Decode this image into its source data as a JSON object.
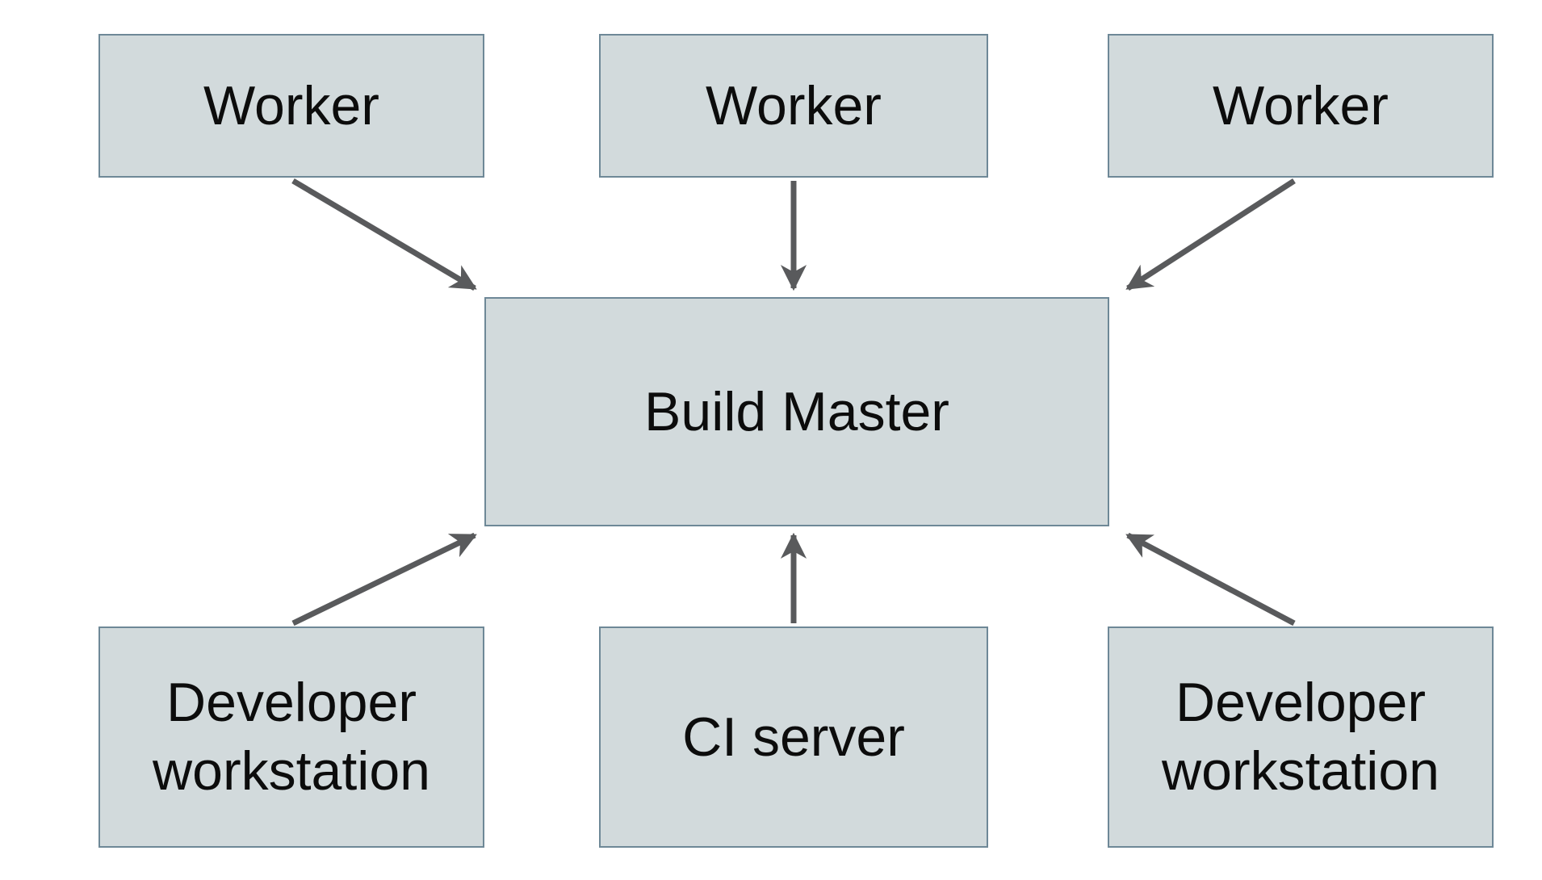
{
  "diagram": {
    "type": "architecture-flow",
    "background_color": "#ffffff",
    "colors": {
      "node_fill": "#d2dadc",
      "node_border": "#6e8897",
      "arrow": "#595a5c",
      "text": "#0c0c0c"
    },
    "nodes": [
      {
        "id": "worker-1",
        "label": "Worker",
        "row": "top"
      },
      {
        "id": "worker-2",
        "label": "Worker",
        "row": "top"
      },
      {
        "id": "worker-3",
        "label": "Worker",
        "row": "top"
      },
      {
        "id": "build-master",
        "label": "Build Master",
        "row": "middle"
      },
      {
        "id": "dev-workstation-left",
        "label": "Developer workstation",
        "row": "bottom"
      },
      {
        "id": "ci-server",
        "label": "CI server",
        "row": "bottom"
      },
      {
        "id": "dev-workstation-right",
        "label": "Developer workstation",
        "row": "bottom"
      }
    ],
    "edges": [
      {
        "from": "worker-1",
        "to": "build-master"
      },
      {
        "from": "worker-2",
        "to": "build-master"
      },
      {
        "from": "worker-3",
        "to": "build-master"
      },
      {
        "from": "dev-workstation-left",
        "to": "build-master"
      },
      {
        "from": "ci-server",
        "to": "build-master"
      },
      {
        "from": "dev-workstation-right",
        "to": "build-master"
      }
    ]
  }
}
